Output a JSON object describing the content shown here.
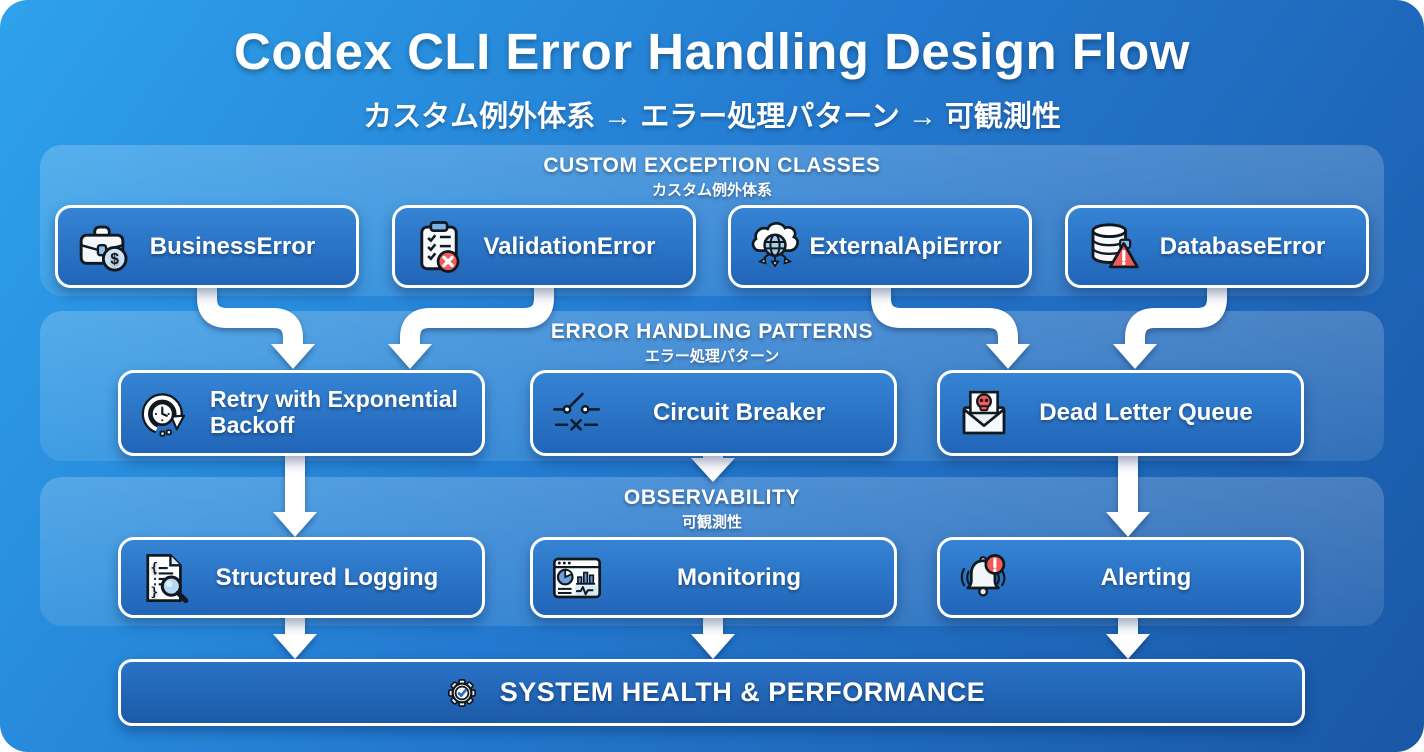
{
  "title": "Codex CLI Error Handling Design Flow",
  "subtitle": "カスタム例外体系 → エラー処理パターン → 可観測性",
  "sections": [
    {
      "header": "CUSTOM EXCEPTION CLASSES",
      "header_jp": "カスタム例外体系",
      "boxes": [
        {
          "label": "BusinessError",
          "icon": "briefcase-dollar-icon"
        },
        {
          "label": "ValidationError",
          "icon": "clipboard-cross-icon"
        },
        {
          "label": "ExternalApiError",
          "icon": "cloud-network-icon"
        },
        {
          "label": "DatabaseError",
          "icon": "database-warning-icon"
        }
      ]
    },
    {
      "header": "ERROR HANDLING PATTERNS",
      "header_jp": "エラー処理パターン",
      "boxes": [
        {
          "label": "Retry with Exponential Backoff",
          "icon": "retry-clock-icon"
        },
        {
          "label": "Circuit Breaker",
          "icon": "circuit-breaker-icon"
        },
        {
          "label": "Dead Letter Queue",
          "icon": "envelope-skull-icon"
        }
      ]
    },
    {
      "header": "OBSERVABILITY",
      "header_jp": "可観測性",
      "boxes": [
        {
          "label": "Structured Logging",
          "icon": "document-magnifier-icon"
        },
        {
          "label": "Monitoring",
          "icon": "dashboard-charts-icon"
        },
        {
          "label": "Alerting",
          "icon": "bell-alert-icon"
        }
      ]
    }
  ],
  "footer": {
    "label": "SYSTEM HEALTH & PERFORMANCE",
    "icon": "gear-check-icon"
  },
  "flows": [
    "BusinessError → Retry with Exponential Backoff",
    "ValidationError → Retry with Exponential Backoff",
    "ExternalApiError → Dead Letter Queue",
    "DatabaseError → Dead Letter Queue",
    "Retry with Exponential Backoff → Structured Logging",
    "Circuit Breaker → Observability",
    "Dead Letter Queue → Alerting",
    "Structured Logging → System Health & Performance",
    "Monitoring → System Health & Performance",
    "Alerting → System Health & Performance"
  ],
  "colors": {
    "background_top": "#2ea2ec",
    "background_bottom": "#1a57a6",
    "node_fill": "#2a72c6",
    "node_border": "#ffffff",
    "arrow": "#ffffff",
    "error_red": "#f15b5b",
    "icon_light_blue": "#b8d9f3"
  }
}
